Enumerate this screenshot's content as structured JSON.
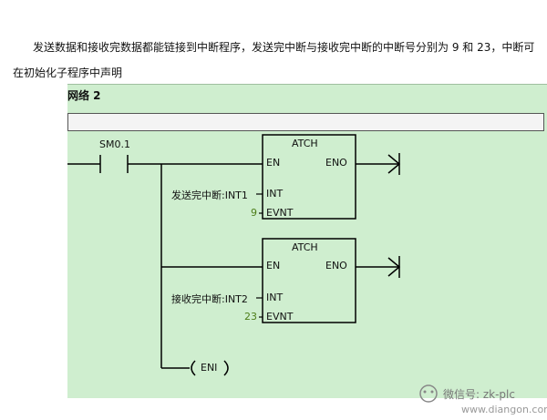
{
  "intro_text": "发送数据和接收完数据都能链接到中断程序，发送完中断与接收完中断的中断号分别为 9 和 23，中断可在初始化子程序中声明",
  "network": {
    "title": "网络 2"
  },
  "contact": {
    "label": "SM0.1"
  },
  "boxes": [
    {
      "title": "ATCH",
      "en": "EN",
      "eno": "ENO",
      "int_pin": "INT",
      "evnt_pin": "EVNT",
      "int_value": "发送完中断:INT1",
      "evnt_value": "9"
    },
    {
      "title": "ATCH",
      "en": "EN",
      "eno": "ENO",
      "int_pin": "INT",
      "evnt_pin": "EVNT",
      "int_value": "接收完中断:INT2",
      "evnt_value": "23"
    }
  ],
  "eni": {
    "label": "ENI"
  },
  "watermark": {
    "line1": "微信号: zk-plc",
    "line2": "www.diangon.com"
  },
  "colors": {
    "panel": "#cfeecf",
    "wire": "#000000",
    "number": "#4d7d19"
  }
}
